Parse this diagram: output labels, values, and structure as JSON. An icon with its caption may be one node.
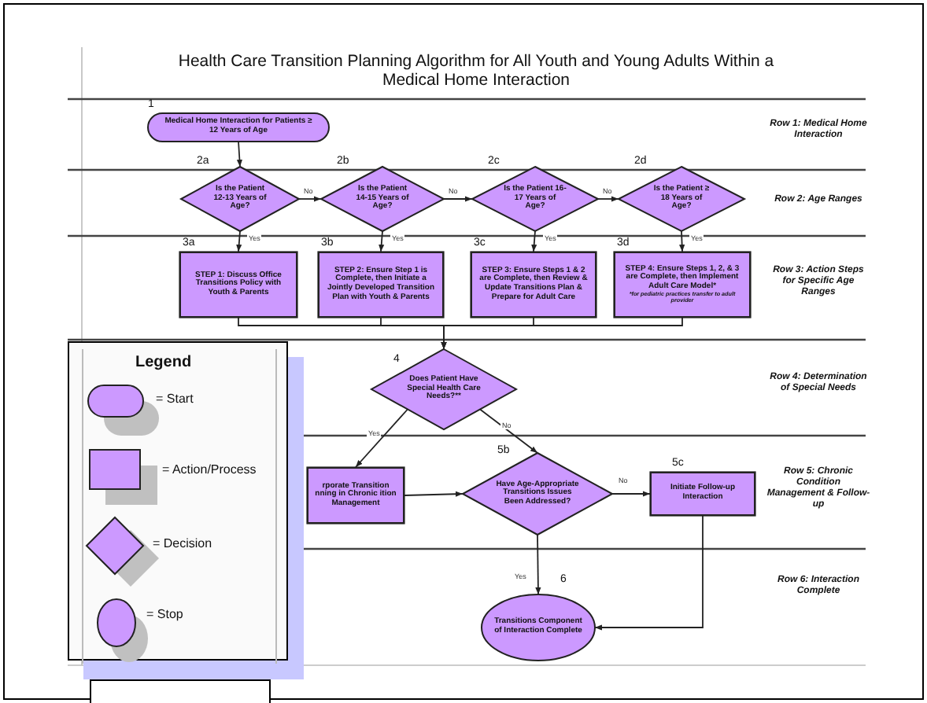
{
  "diagram": {
    "title": "Health Care Transition Planning Algorithm for All Youth and Young Adults Within a Medical Home Interaction",
    "nodes": [
      {
        "text": [
          "Medical Home Interaction for Patients ≥ 12 Years of Age"
        ],
        "beside": [
          "1"
        ]
      },
      {
        "text": [
          "Is the Patient 12-13 Years of Age?"
        ],
        "beside": [
          "2a"
        ]
      },
      {
        "text": [
          "Is the Patient 14-15 Years of Age?"
        ],
        "beside": [
          "2b"
        ]
      },
      {
        "text": [
          "Is the Patient 16-17 Years of Age?"
        ],
        "beside": [
          "2c"
        ]
      },
      {
        "text": [
          "Is the Patient ≥ 18 Years of Age?"
        ],
        "beside": [
          "2d"
        ]
      },
      {
        "text": [
          "STEP 1: Discuss Office Transitions Policy with Youth & Parents"
        ],
        "beside": [
          "3a"
        ]
      },
      {
        "text": [
          "STEP 2: Ensure Step 1 is Complete, then Initiate a Jointly Developed Transition Plan with Youth & Parents"
        ],
        "beside": [
          "3b"
        ]
      },
      {
        "text": [
          "STEP 3: Ensure Steps 1 & 2 are Complete, then Review & Update Transitions Plan & Prepare for Adult Care"
        ],
        "beside": [
          "3c"
        ]
      },
      {
        "text": [
          "STEP 4: Ensure Steps 1, 2, & 3 are Complete, then Implement Adult Care Model*",
          "*for pediatric practices transfer to adult provider"
        ],
        "beside": [
          "3d"
        ]
      },
      {
        "text": [
          "Does Patient Have Special Health Care Needs?**"
        ],
        "beside": [
          "4"
        ]
      },
      {
        "text": [
          "rporate Transition nning in Chronic ition Management"
        ]
      },
      {
        "text": [
          "Have Age-Appropriate Transitions Issues Been Addressed?"
        ],
        "beside": [
          "5b"
        ]
      },
      {
        "text": [
          "Initiate Follow-up Interaction"
        ],
        "beside": [
          "5c"
        ]
      },
      {
        "text": [
          "Transitions Component of Interaction Complete"
        ],
        "beside": [
          "6"
        ]
      }
    ],
    "edges": [
      {
        "from": 0,
        "to": 1,
        "arrow": "to"
      },
      {
        "from": 1,
        "to": 2,
        "arrow": "to",
        "label": "No"
      },
      {
        "from": 2,
        "to": 3,
        "arrow": "to",
        "label": "No"
      },
      {
        "from": 3,
        "to": 4,
        "arrow": "to",
        "label": "No"
      },
      {
        "from": 1,
        "to": 5,
        "arrow": "to",
        "label": "Yes"
      },
      {
        "from": 2,
        "to": 6,
        "arrow": "to",
        "label": "Yes"
      },
      {
        "from": 3,
        "to": 7,
        "arrow": "to",
        "label": "Yes"
      },
      {
        "from": 4,
        "to": 8,
        "arrow": "to",
        "label": "Yes"
      },
      {
        "from": 5,
        "to": 9,
        "arrow": "to"
      },
      {
        "from": 6,
        "to": 9,
        "arrow": "to"
      },
      {
        "from": 7,
        "to": 9,
        "arrow": "to"
      },
      {
        "from": 8,
        "to": 9,
        "arrow": "to"
      },
      {
        "from": 9,
        "to": 10,
        "arrow": "to",
        "label": "Yes"
      },
      {
        "from": 9,
        "to": 11,
        "arrow": "to",
        "label": "No"
      },
      {
        "from": 10,
        "to": 11,
        "arrow": "to"
      },
      {
        "from": 11,
        "to": 12,
        "arrow": "to",
        "label": "No"
      },
      {
        "from": 11,
        "to": 13,
        "arrow": "to",
        "label": "Yes"
      },
      {
        "from": 12,
        "to": 13,
        "arrow": "to"
      }
    ],
    "labels": [
      "Row 1: Medical Home Interaction",
      "Row 2: Age Ranges",
      "Row 3: Action Steps for Specific Age Ranges",
      "Row 4: Determination of Special Needs",
      "Row 5: Chronic Condition Management & Follow-up",
      "Row 6: Interaction Complete",
      "Legend"
    ],
    "legend": [
      {
        "text": "= Start"
      },
      {
        "text": "= Action/Process"
      },
      {
        "text": "= Decision"
      },
      {
        "text": "= Stop"
      }
    ]
  }
}
